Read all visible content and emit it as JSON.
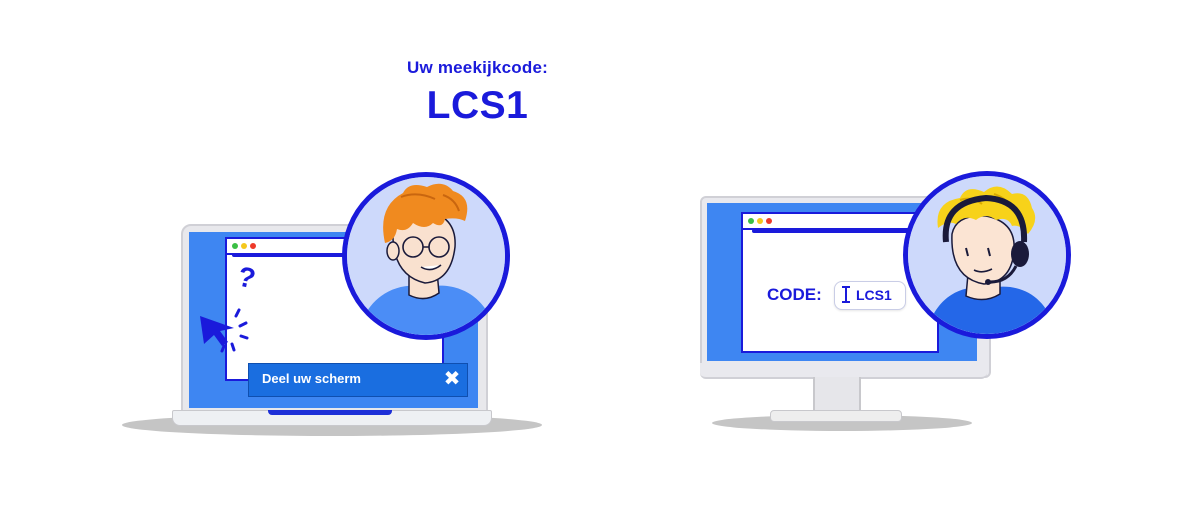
{
  "header": {
    "code_label": "Uw meekijkcode:",
    "code_value": "LCS1"
  },
  "laptop": {
    "share_bar_label": "Deel uw scherm",
    "close_icon": "close-icon",
    "help_glyph": "?"
  },
  "monitor": {
    "code_label": "CODE:",
    "code_value": "LCS1"
  },
  "colors": {
    "brand_blue": "#1a1adb",
    "screen_blue": "#3e86f2",
    "share_bar_blue": "#1a6ee0",
    "avatar_bg": "#cdd9fb"
  }
}
